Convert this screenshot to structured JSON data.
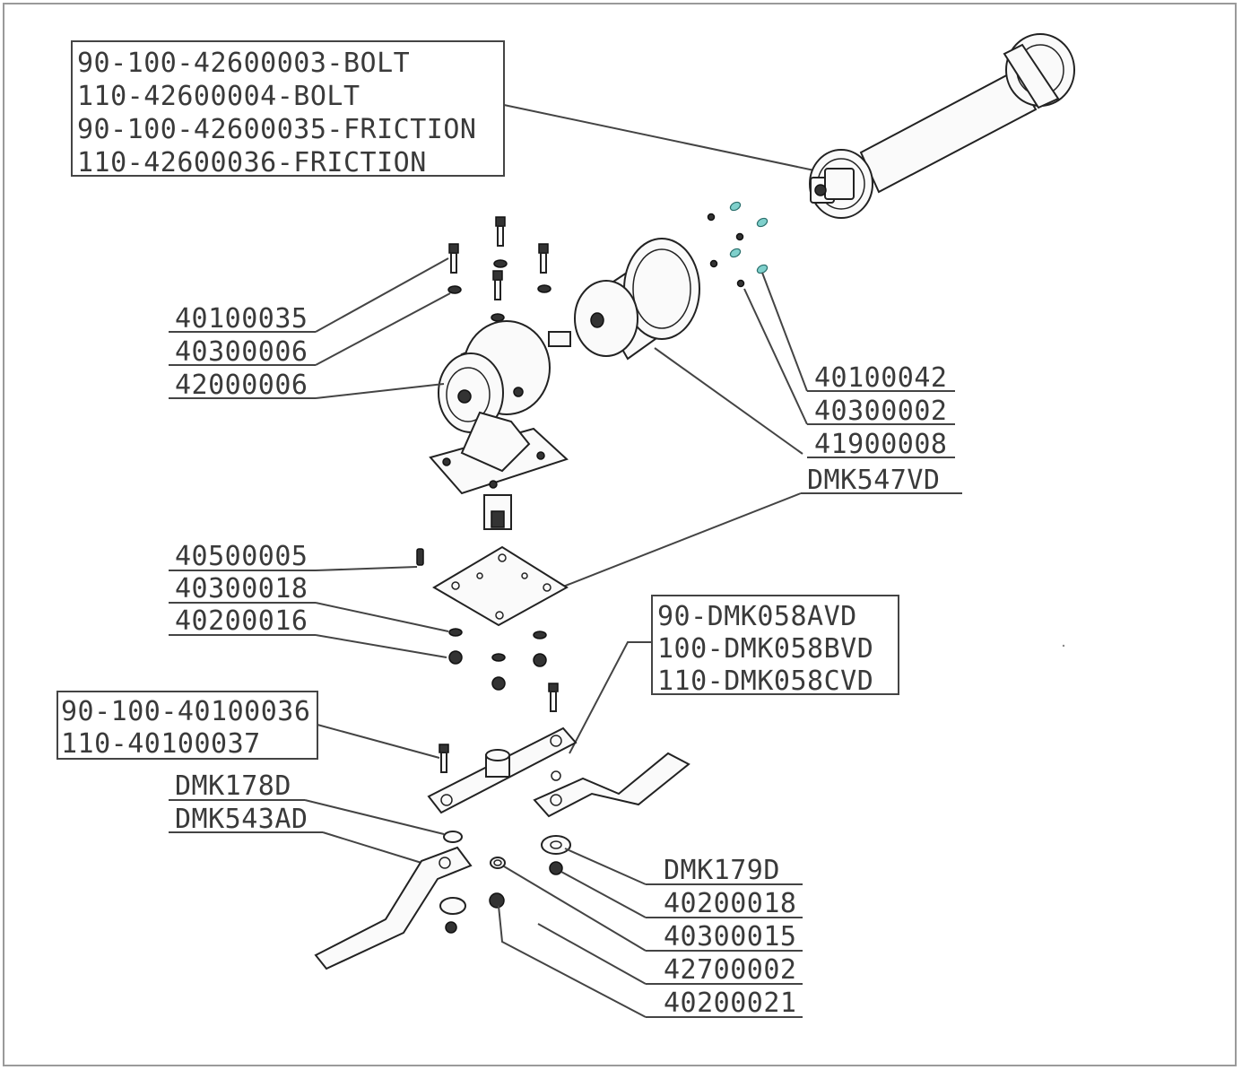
{
  "box_top_right_shaft": {
    "lines": [
      "90-100-42600003-BOLT",
      "110-42600004-BOLT",
      "90-100-42600035-FRICTION",
      "110-42600036-FRICTION"
    ]
  },
  "labels_left_top": [
    "40100035",
    "40300006",
    "42000006"
  ],
  "labels_right_top": [
    "40100042",
    "40300002",
    "41900008",
    "DMK547VD"
  ],
  "labels_left_mid": [
    "40500005",
    "40300018",
    "40200016"
  ],
  "box_blade_holder": {
    "lines": [
      "90-DMK058AVD",
      "100-DMK058BVD",
      "110-DMK058CVD"
    ]
  },
  "box_bolt": {
    "lines": [
      "90-100-40100036",
      "110-40100037"
    ]
  },
  "labels_left_bottom": [
    "DMK178D",
    "DMK543AD"
  ],
  "labels_right_bottom": [
    "DMK179D",
    "40200018",
    "40300015",
    "42700002",
    "40200021"
  ],
  "colors": {
    "line": "#444444",
    "text": "#3a3a3a",
    "accent_bolts": "#7fd0cc",
    "frame": "#9a9a9a"
  }
}
